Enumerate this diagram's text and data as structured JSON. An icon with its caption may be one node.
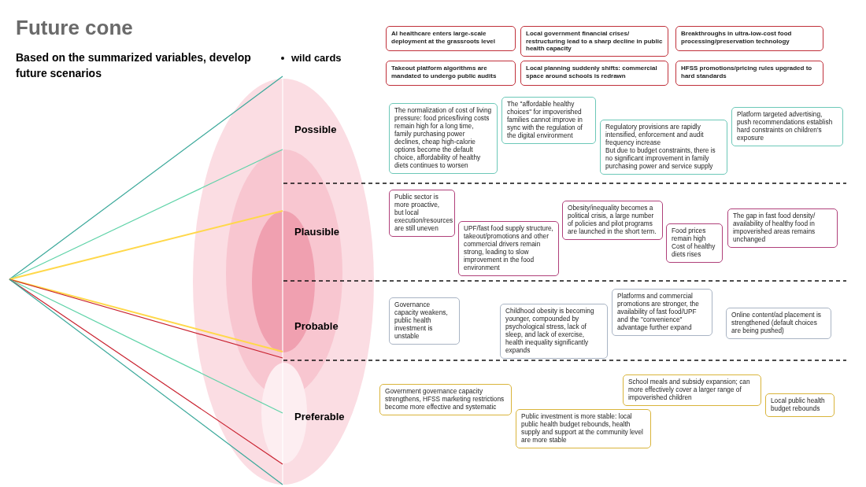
{
  "diagram": {
    "title": "Future cone",
    "nodes": [
      {
        "text": [
          "AI healthcare enters large-scale deployment at the grassroots level"
        ]
      },
      {
        "text": [
          "Local government financial crises/ restructuring lead to a sharp decline in public health capacity"
        ]
      },
      {
        "text": [
          "Breakthroughs in ultra-low-cost food processing/preservation technology"
        ]
      },
      {
        "text": [
          "Takeout platform algorithms are mandated to undergo public audits"
        ]
      },
      {
        "text": [
          "Local planning suddenly shifts: commercial space around schools is redrawn"
        ]
      },
      {
        "text": [
          "HFSS promotions/pricing rules upgraded to hard standards"
        ]
      },
      {
        "text": [
          "The normalization of cost of living pressure: food prices/living costs remain high for a long time, family purchasing power declines, cheap high-calorie options become the default choice, affordability of healthy diets continues to worsen"
        ]
      },
      {
        "text": [
          "The \"affordable healthy choices\" for impoverished families cannot improve in sync with the regulation of the digital environment"
        ]
      },
      {
        "text": [
          "Regulatory provisions are rapidly intensified, enforcement and audit frequency increase",
          "But due to budget constraints, there is no significant improvement in family purchasing power and service supply"
        ]
      },
      {
        "text": [
          "Platform targeted advertising, push recommendations establish hard constraints on children's exposure"
        ]
      },
      {
        "text": [
          "Public sector is more proactive, but local execution/resources are still uneven"
        ]
      },
      {
        "text": [
          "UPF/fast food supply structure, takeout/promotions and other commercial drivers remain strong, leading to slow improvement in the food environment"
        ]
      },
      {
        "text": [
          "Obesity/inequality becomes a political crisis, a large number of policies and pilot programs are launched in the short term."
        ]
      },
      {
        "text": [
          "Food prices remain high",
          "Cost of healthy diets rises"
        ]
      },
      {
        "text": [
          "The gap in fast food density/ availability of healthy food in impoverished areas remains unchanged"
        ]
      },
      {
        "text": [
          "Governance capacity weakens, public health investment is unstable"
        ]
      },
      {
        "text": [
          "Childhood obesity is becoming younger, compounded by psychological stress, lack of sleep, and lack of exercise, health inequality significantly expands"
        ]
      },
      {
        "text": [
          "Platforms and commercial promotions are stronger, the availability of fast food/UPF and the \"convenience\" advantage further expand"
        ]
      },
      {
        "text": [
          "Online content/ad placement is strengthened (default choices are being pushed)"
        ]
      },
      {
        "text": [
          "Government governance capacity strengthens, HFSS marketing restrictions become more effective and systematic"
        ]
      },
      {
        "text": [
          "Public investment is more stable: local public health budget rebounds, health supply and support at the community level are more stable"
        ]
      },
      {
        "text": [
          "School meals and subsidy expansion; can more effectively cover a larger range of impoverished children"
        ]
      },
      {
        "text": [
          "Local public health budget rebounds"
        ]
      }
    ],
    "labels": [
      "Based on the summarized variables, develop future scenarios",
      "wild cards",
      "Possible",
      "Plausible",
      "Probable",
      "Preferable"
    ]
  }
}
